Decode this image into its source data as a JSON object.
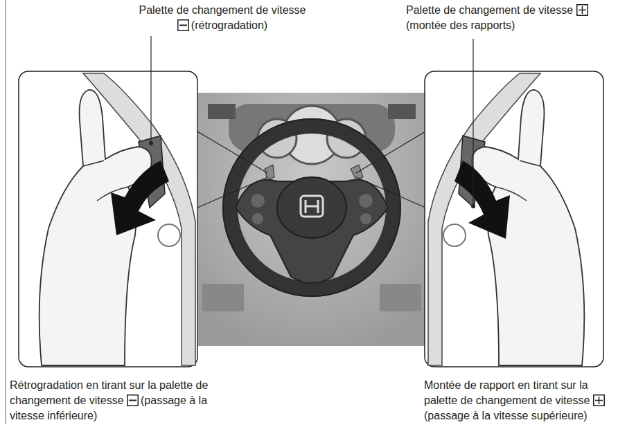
{
  "diagram": {
    "labels": [
      "Palette de changement de vitesse",
      "(rétrogradation)",
      "Palette de changement de vitesse",
      "(montée des rapports)",
      "Rétrogradation en tirant sur la palette de changement de vitesse",
      "(passage à la vitesse inférieure)",
      "Montée de rapport en tirant sur la palette de changement de vitesse",
      "(passage à la vitesse supérieure)"
    ]
  }
}
